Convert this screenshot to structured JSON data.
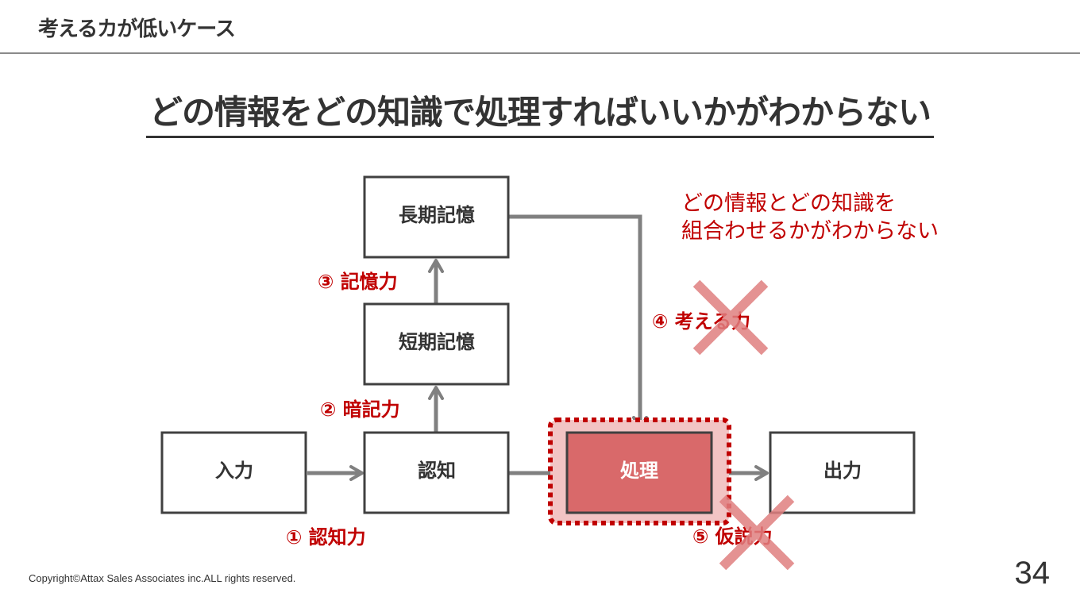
{
  "header": {
    "title": "考えるカが低いケース"
  },
  "main_title": "どの情報をどの知識で処理すればいいかがわからない",
  "boxes": {
    "long_term_memory": "長期記憶",
    "short_term_memory": "短期記憶",
    "input": "入力",
    "cognition": "認知",
    "processing": "処理",
    "output": "出力"
  },
  "labels": {
    "memory_power": "③ 記憶力",
    "memorization": "② 暗記力",
    "cognition_power": "① 認知力",
    "thinking_power": "④ 考える力",
    "hypothesis_power": "⑤ 仮説力"
  },
  "note": {
    "line1": "どの情報とどの知識を",
    "line2": "組合わせるかがわからない"
  },
  "colors": {
    "accent_red": "#c00000",
    "processing_fill": "#d9696a",
    "processing_glow": "#f2c4c4",
    "cross_red": "#e07f80",
    "arrow_gray": "#808080",
    "box_border": "#404040"
  },
  "footer": {
    "copyright": "Copyright©Attax Sales Associates inc.ALL rights reserved.",
    "page_number": "34"
  }
}
